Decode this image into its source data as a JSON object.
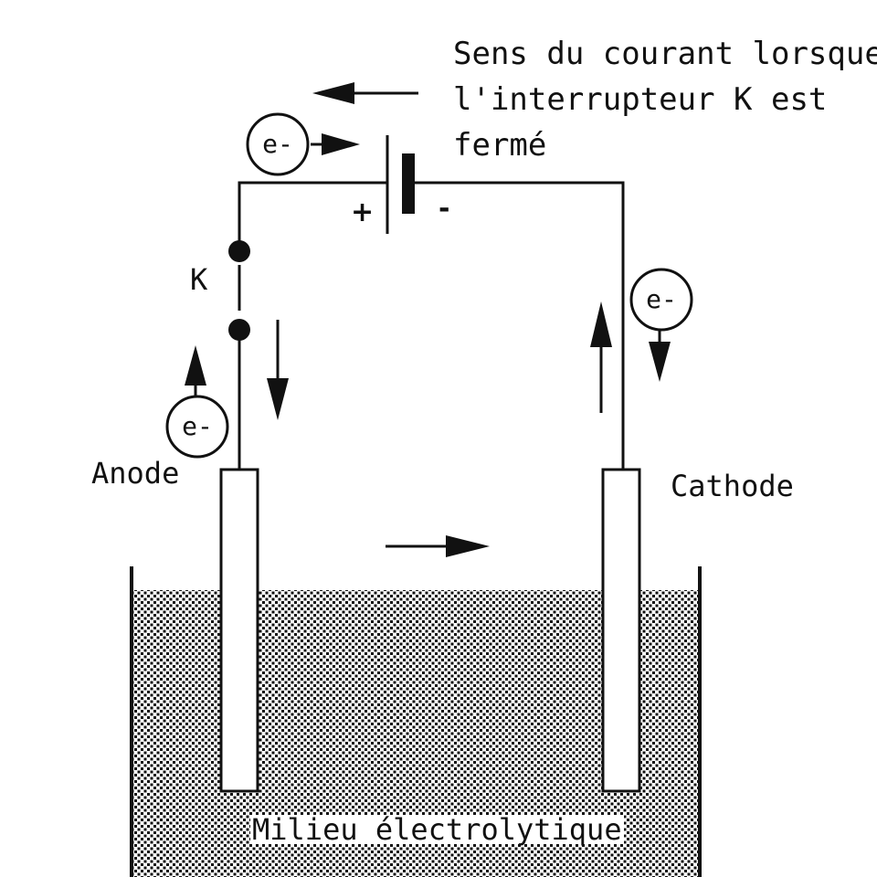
{
  "caption": {
    "line1": "Sens du courant lorsque",
    "line2": "l'interrupteur K est",
    "line3": "fermé"
  },
  "battery": {
    "plus": "+",
    "minus": "-"
  },
  "switch_label": "K",
  "electrode_labels": {
    "anode": "Anode",
    "cathode": "Cathode"
  },
  "electrolyte_label": "Milieu électrolytique",
  "electron_label": "e-",
  "colors": {
    "ink": "#111111",
    "background": "#ffffff"
  }
}
